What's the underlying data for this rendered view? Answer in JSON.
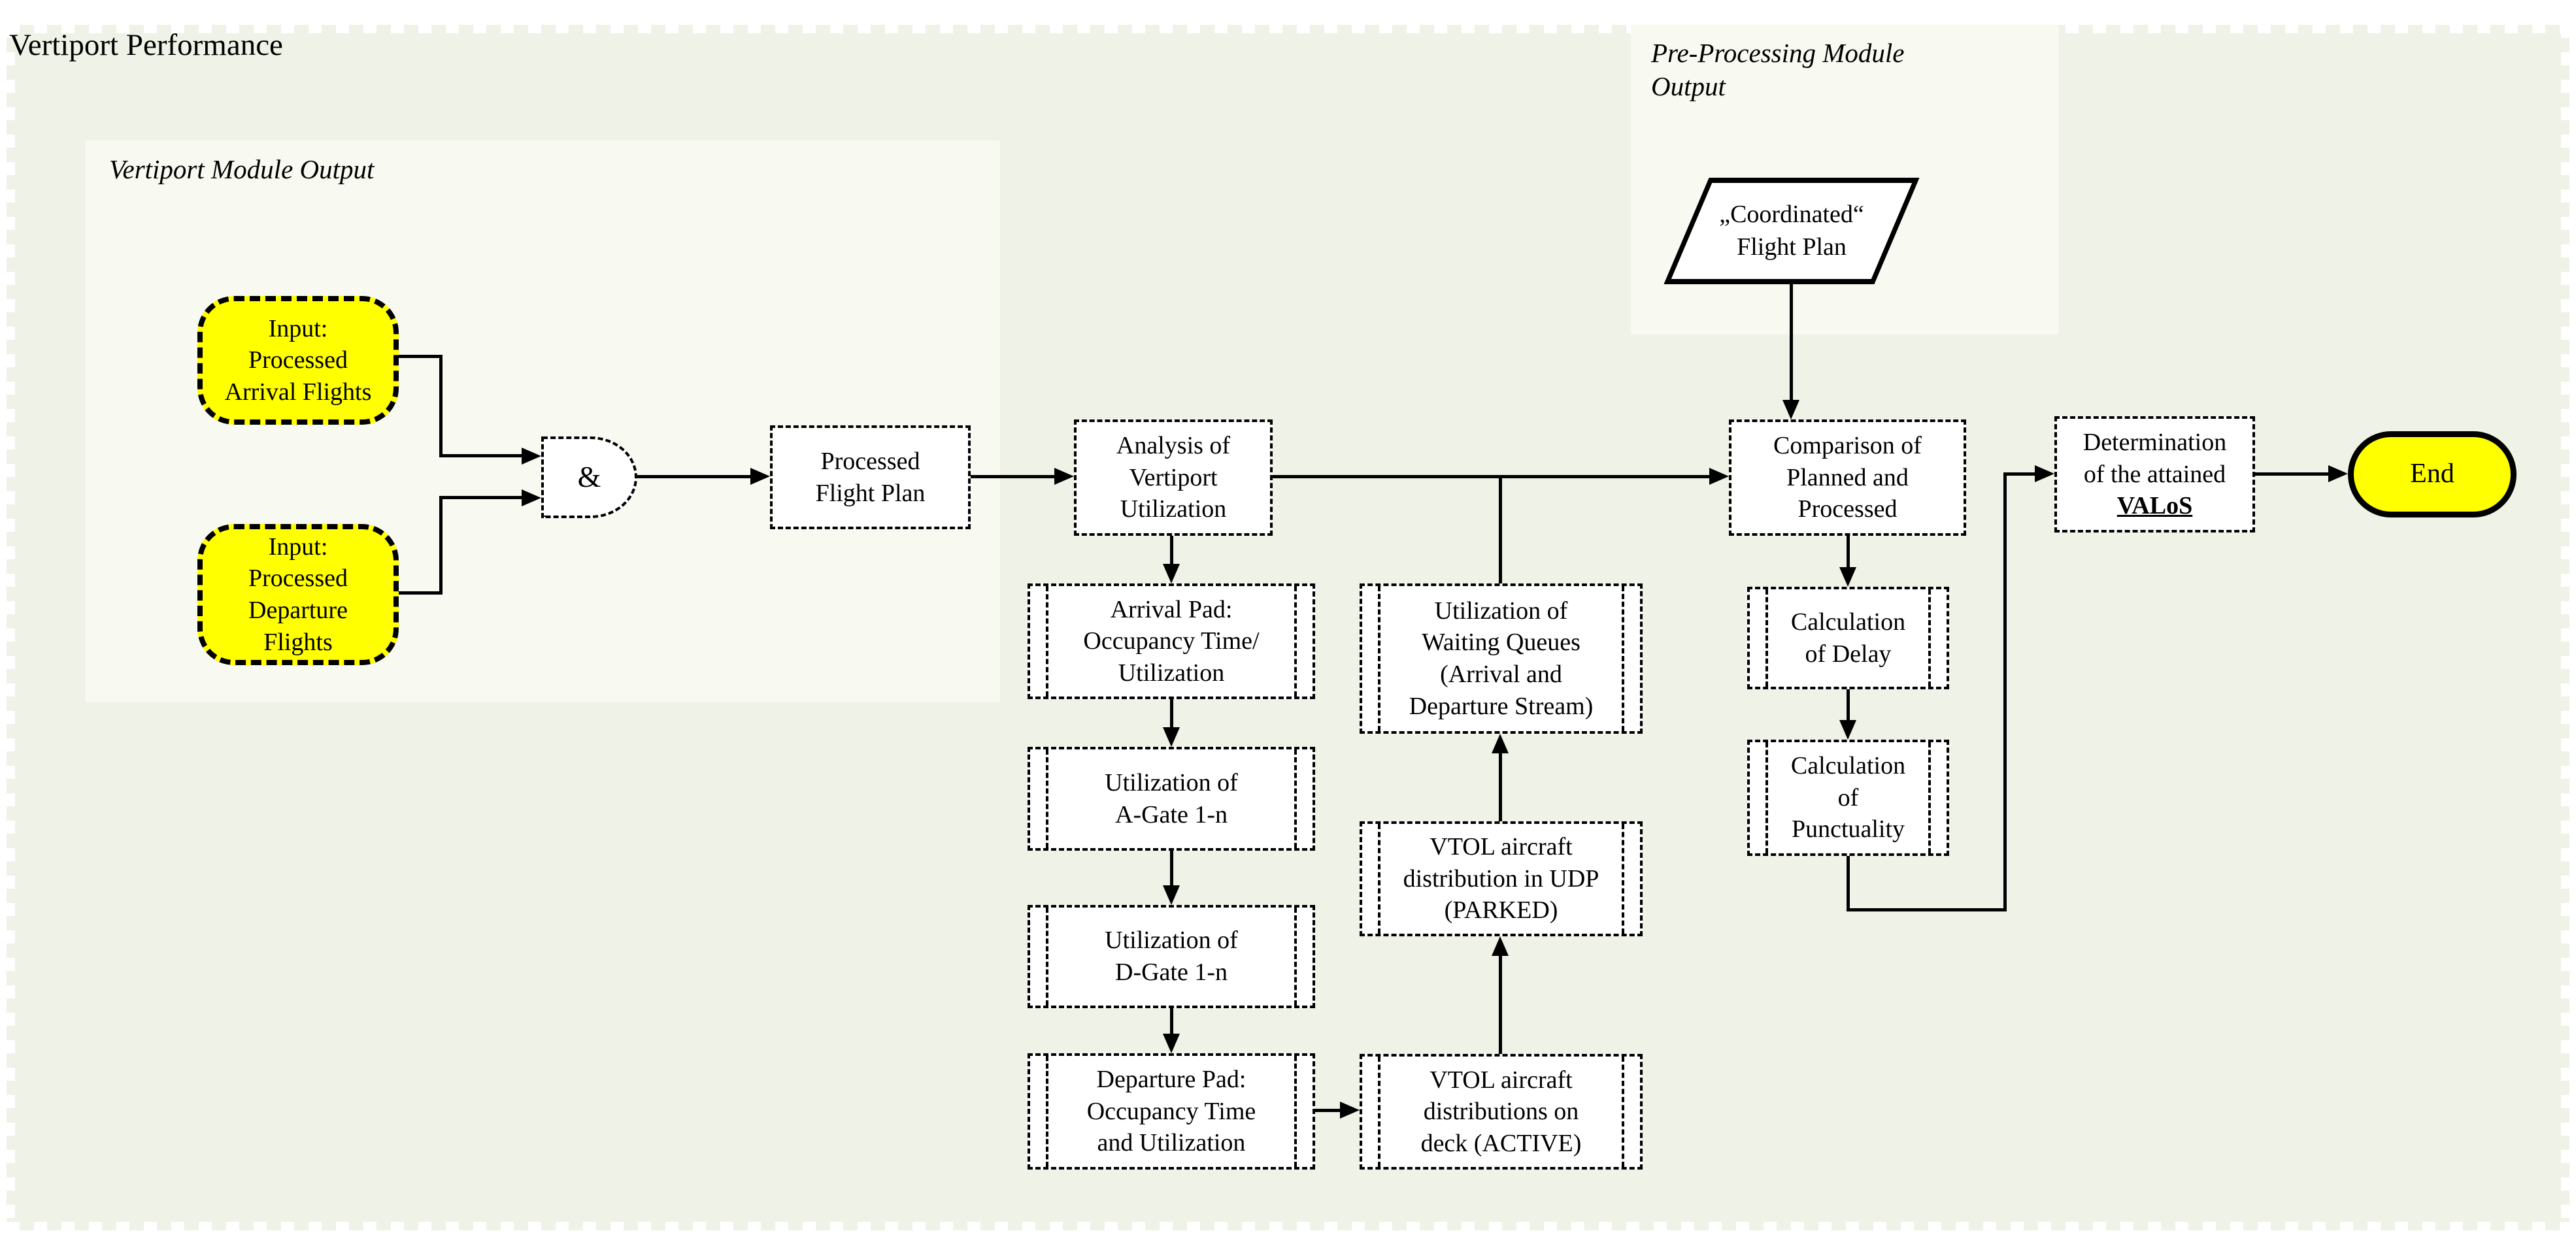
{
  "title": "Vertiport Performance",
  "groups": {
    "vertiport_module": {
      "label": "Vertiport Module Output"
    },
    "preprocessing_module": {
      "label": "Pre-Processing Module\nOutput"
    }
  },
  "nodes": {
    "input_arrival": {
      "label": "Input:\nProcessed\nArrival Flights"
    },
    "input_departure": {
      "label": "Input:\nProcessed\nDeparture\nFlights"
    },
    "and_gate": {
      "label": "&"
    },
    "processed_flight_plan": {
      "label": "Processed\nFlight Plan"
    },
    "analysis_vertiport_utilization": {
      "label": "Analysis of\nVertiport\nUtilization"
    },
    "arrival_pad": {
      "label": "Arrival Pad:\nOccupancy Time/\nUtilization"
    },
    "a_gate": {
      "label": "Utilization of\nA-Gate 1-n"
    },
    "d_gate": {
      "label": "Utilization of\nD-Gate 1-n"
    },
    "departure_pad": {
      "label": "Departure Pad:\nOccupancy Time\nand Utilization"
    },
    "vtol_active": {
      "label": "VTOL aircraft\ndistributions on\ndeck (ACTIVE)"
    },
    "vtol_parked": {
      "label": "VTOL aircraft\ndistribution in UDP\n(PARKED)"
    },
    "waiting_queues": {
      "label": "Utilization of\nWaiting Queues\n(Arrival and\nDeparture Stream)"
    },
    "coordinated_flight_plan": {
      "label": "„Coordinated“\nFlight Plan"
    },
    "comparison": {
      "label": "Comparison of\nPlanned and\nProcessed"
    },
    "calc_delay": {
      "label": "Calculation\nof Delay"
    },
    "calc_punctuality": {
      "label": "Calculation\nof\nPunctuality"
    },
    "determination": {
      "label_top": "Determination\nof the attained",
      "label_emphasis": "VALoS"
    },
    "end": {
      "label": "End"
    }
  },
  "colors": {
    "canvas": "#eff2e6",
    "panel": "#f8faf2",
    "node_fill": "#ffffff",
    "highlight": "#ffff00",
    "line": "#000000"
  }
}
